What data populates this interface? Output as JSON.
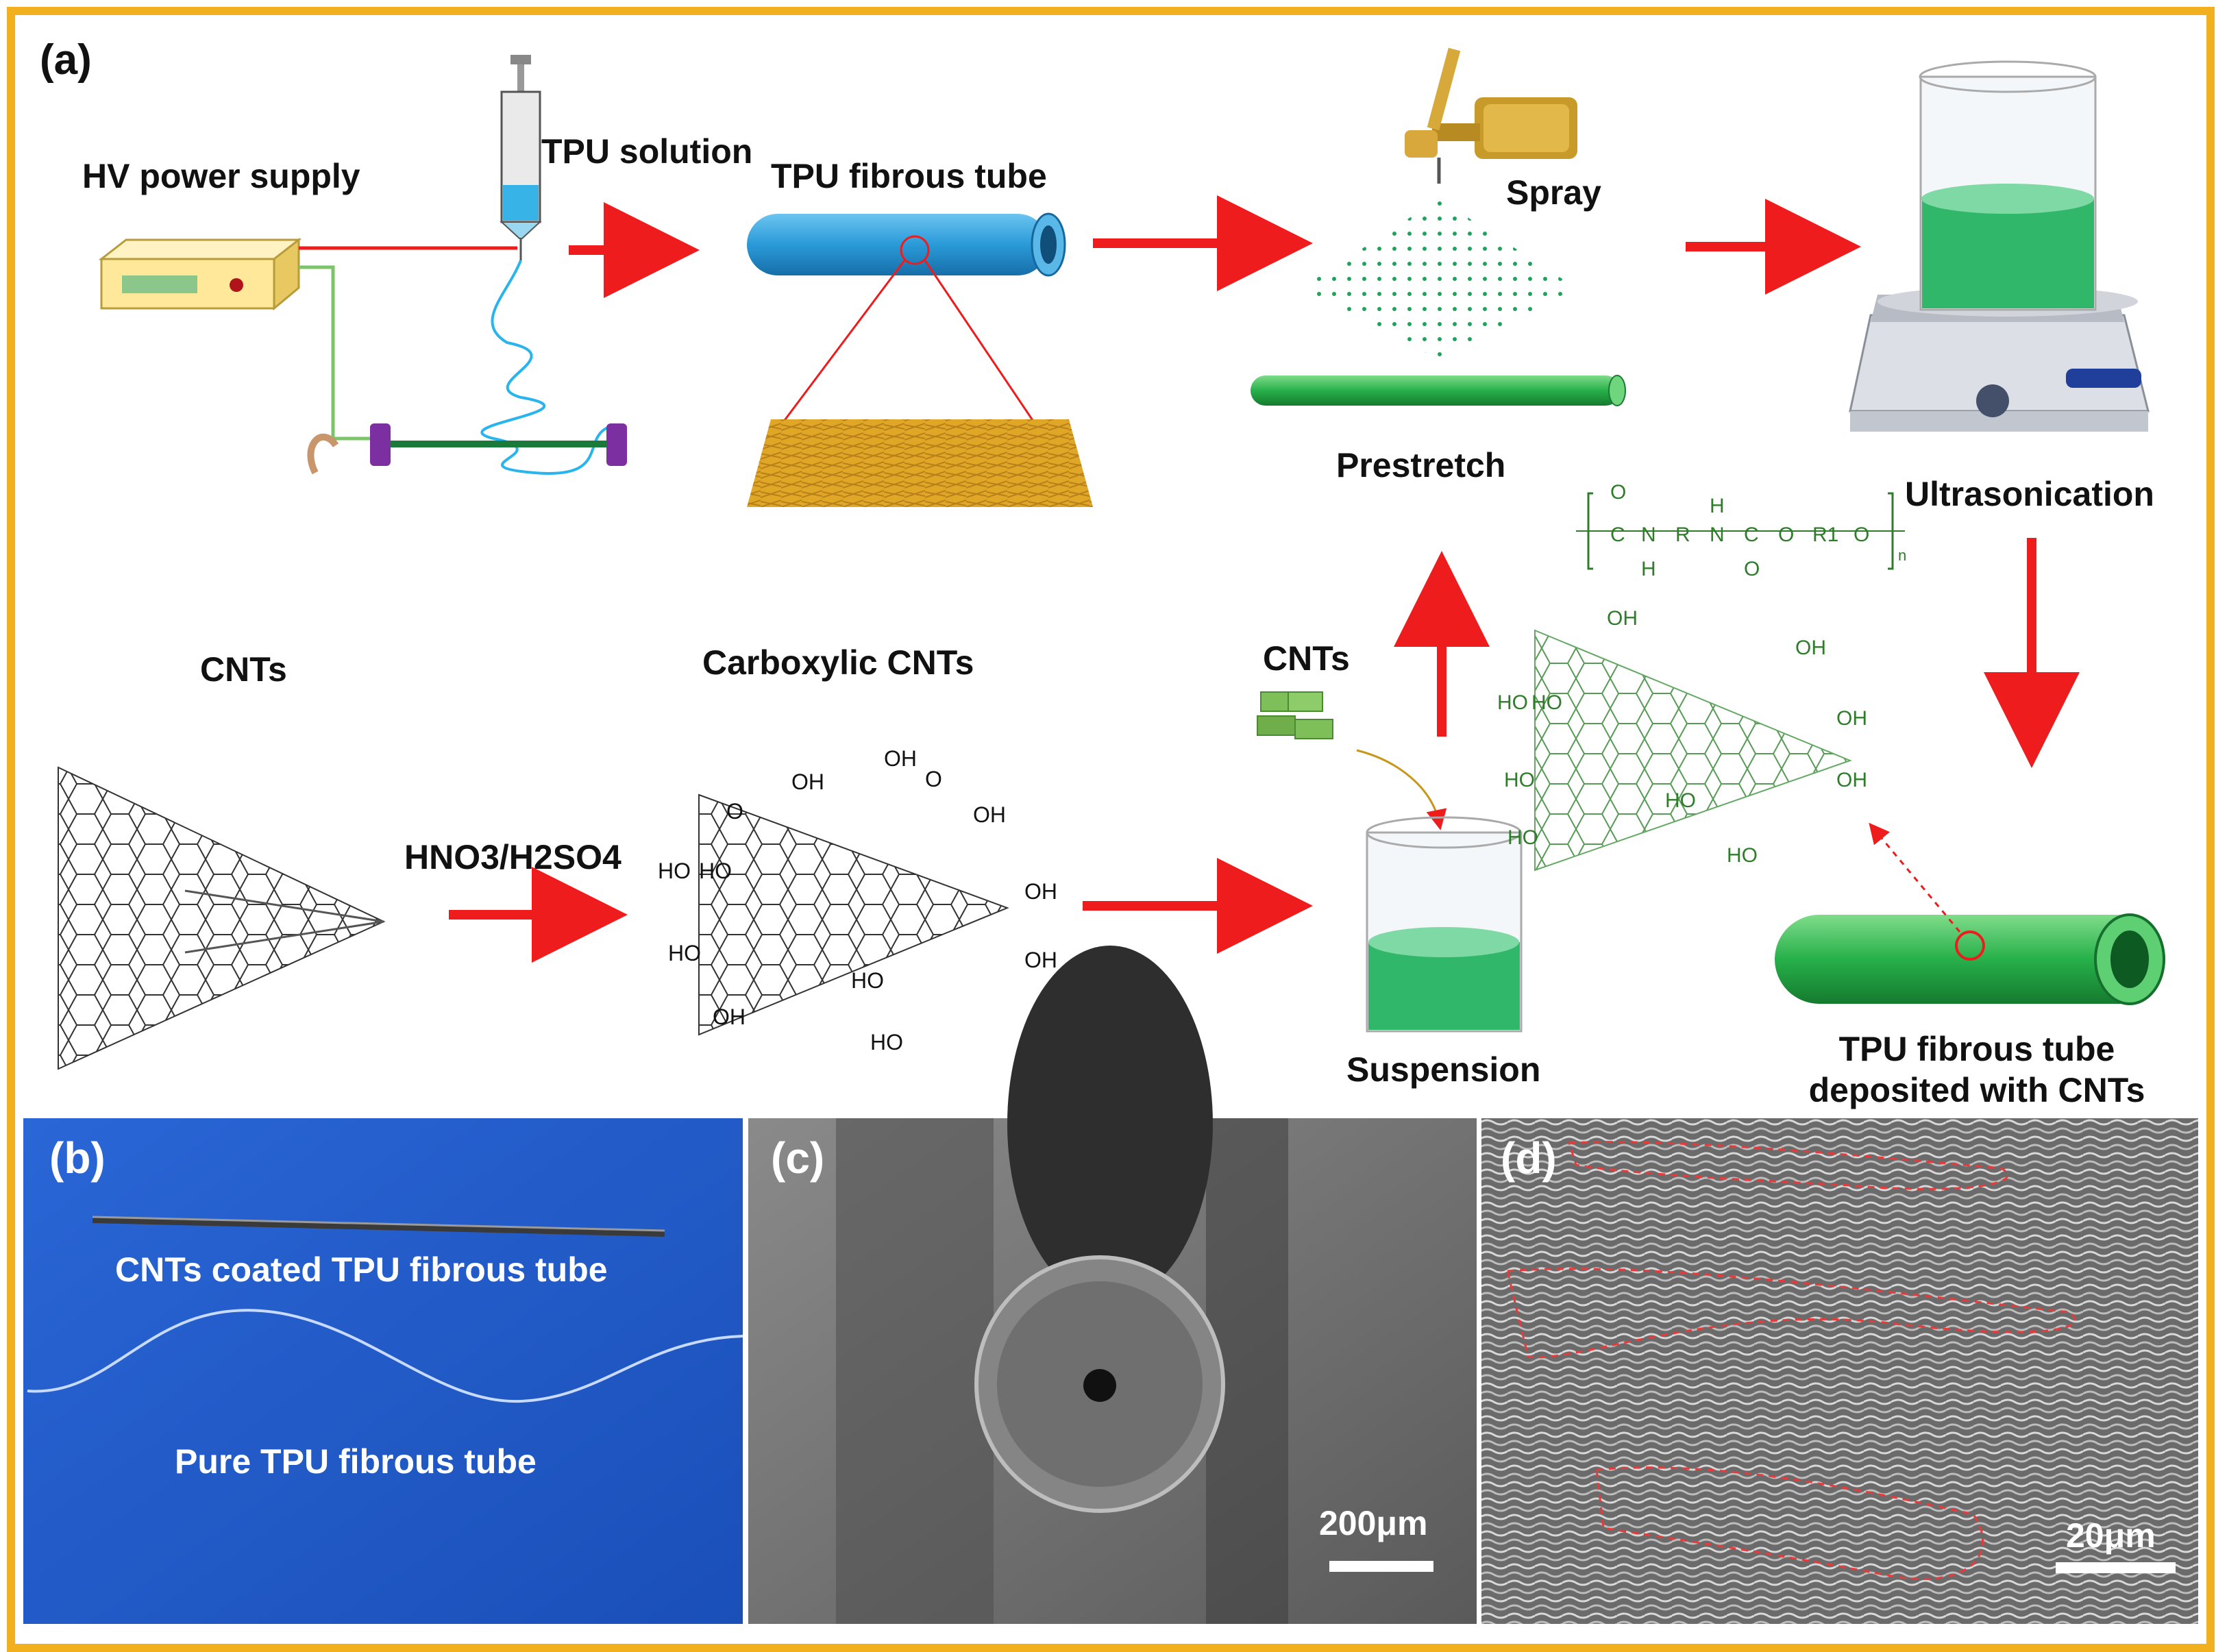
{
  "panel_a": {
    "label": "(a)",
    "hv_power_supply": "HV power supply",
    "tpu_solution": "TPU solution",
    "tpu_fibrous_tube": "TPU fibrous tube",
    "spray": "Spray",
    "prestretch": "Prestretch",
    "ultrasonication": "Ultrasonication",
    "cnts_left": "CNTs",
    "carboxylic_cnts": "Carboxylic CNTs",
    "reagent": "HNO3/H2SO4",
    "cnts_right": "CNTs",
    "suspension": "Suspension",
    "deposited_line1": "TPU fibrous  tube",
    "deposited_line2": "deposited with CNTs",
    "oh": "OH",
    "ho": "HO",
    "o": "O",
    "n": "N",
    "h": "H",
    "r": "R",
    "r1": "R1",
    "c": "C",
    "subscript_n": "n"
  },
  "panel_b": {
    "label": "(b)",
    "coated": "CNTs coated TPU fibrous tube",
    "pure": "Pure TPU fibrous tube"
  },
  "panel_c": {
    "label": "(c)",
    "scale": "200μm"
  },
  "panel_d": {
    "label": "(d)",
    "scale": "20μm"
  },
  "colors": {
    "frame": "#f2b01e",
    "arrow": "#ee1c1c",
    "tube_blue": "#2a9ad8",
    "tube_green": "#27b04a",
    "photo_blue": "#1f5fcf",
    "chem_green": "#2f7d2a"
  }
}
